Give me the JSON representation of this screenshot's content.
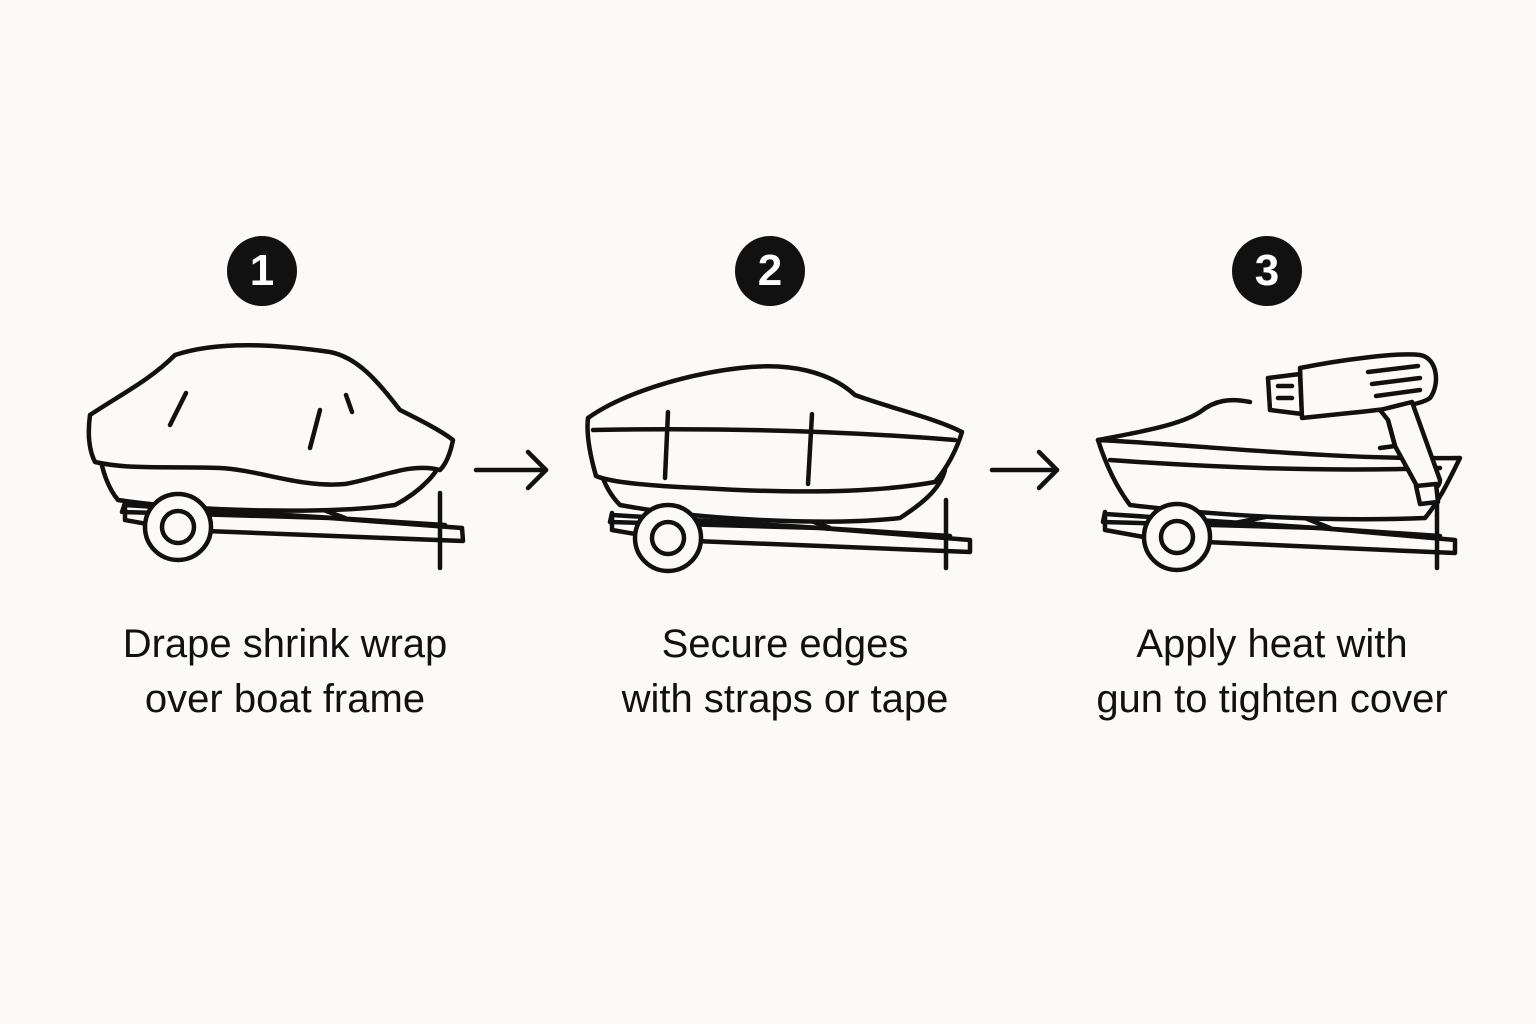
{
  "steps": [
    {
      "number": "1",
      "caption_line1": "Drape shrink wrap",
      "caption_line2": "over boat frame",
      "illustration_icon": "boat-with-draped-wrap-icon"
    },
    {
      "number": "2",
      "caption_line1": "Secure edges",
      "caption_line2": "with straps or tape",
      "illustration_icon": "boat-with-straps-icon"
    },
    {
      "number": "3",
      "caption_line1": "Apply heat with",
      "caption_line2": "gun to tighten cover",
      "illustration_icon": "boat-with-heat-gun-icon"
    }
  ],
  "arrows": [
    "right-arrow-icon",
    "right-arrow-icon"
  ],
  "colors": {
    "background": "#fbfaf8",
    "ink": "#111111",
    "badge_text": "#ffffff"
  }
}
